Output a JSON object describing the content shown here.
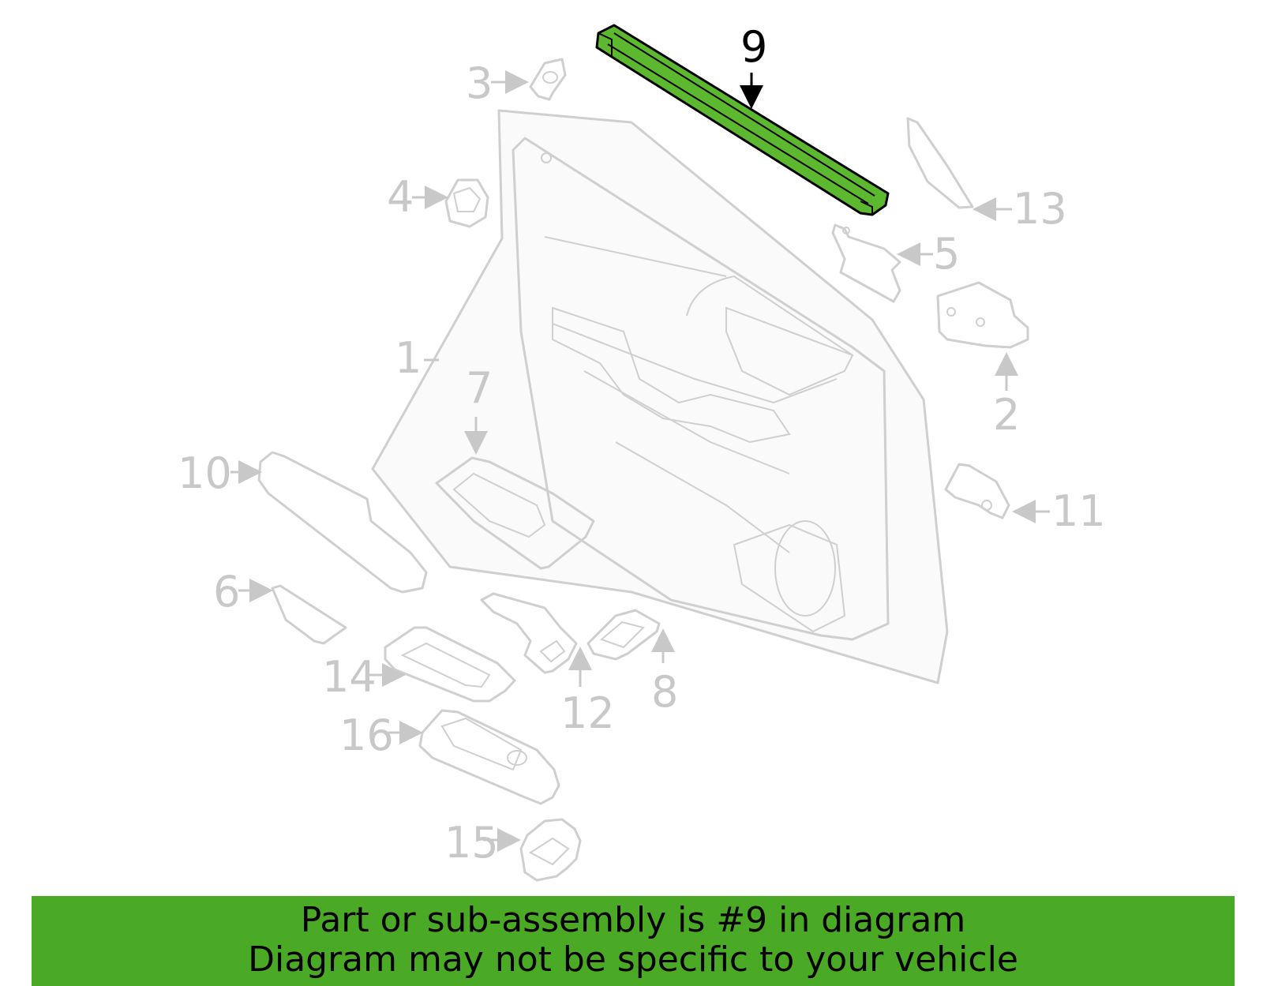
{
  "diagram": {
    "highlighted_part": "9",
    "highlight_color": "#5cb82e",
    "callouts": [
      "1",
      "2",
      "3",
      "4",
      "5",
      "6",
      "7",
      "8",
      "9",
      "10",
      "11",
      "12",
      "13",
      "14",
      "15",
      "16"
    ]
  },
  "banner": {
    "color": "#4aaa26",
    "line1": "Part or sub-assembly is #9 in diagram",
    "line2": "Diagram may not be specific to your vehicle"
  }
}
